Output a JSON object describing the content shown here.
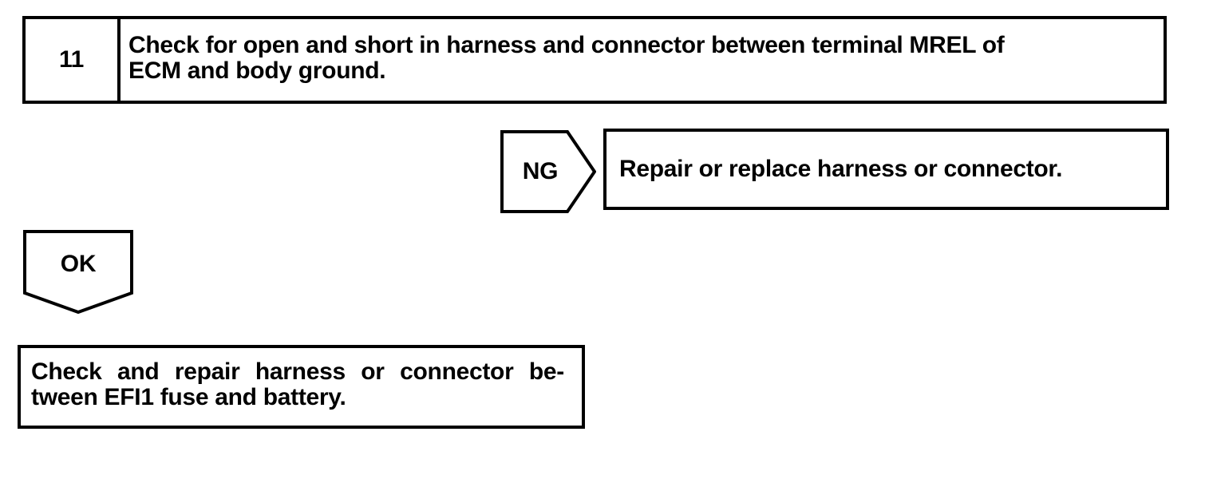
{
  "colors": {
    "background": "#ffffff",
    "line": "#000000",
    "text": "#000000"
  },
  "step_box": {
    "number": "11",
    "line1": "Check for open and short in harness and connector between terminal MREL of",
    "line2": "ECM and body ground."
  },
  "ng_branch": {
    "label": "NG",
    "action": "Repair or replace harness or connector."
  },
  "ok_branch": {
    "label": "OK"
  },
  "result_box": {
    "line1": "Check and repair harness or connector be-",
    "line2": "tween EFI1 fuse and battery."
  }
}
